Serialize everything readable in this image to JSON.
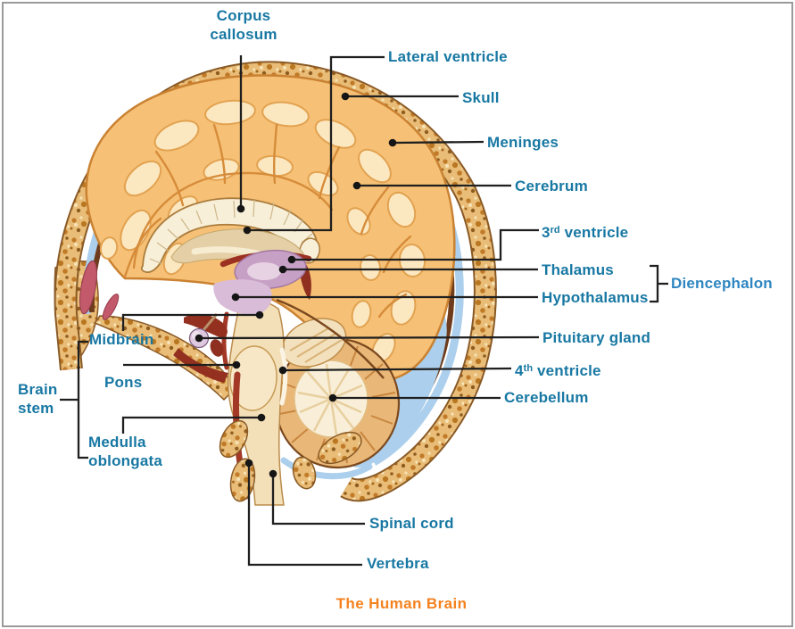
{
  "diagram": {
    "title": "The Human Brain",
    "type": "labeled-anatomy-diagram",
    "subject": "midsagittal section of the human head and brain"
  },
  "labels": {
    "corpus_callosum": "Corpus\ncallosum",
    "lateral_ventricle": "Lateral ventricle",
    "skull": "Skull",
    "meninges": "Meninges",
    "cerebrum": "Cerebrum",
    "third_ventricle": {
      "base": "3",
      "sup": "rd",
      "rest": " ventricle"
    },
    "thalamus": "Thalamus",
    "hypothalamus": "Hypothalamus",
    "diencephalon": "Diencephalon",
    "pituitary_gland": "Pituitary gland",
    "fourth_ventricle": {
      "base": "4",
      "sup": "th",
      "rest": " ventricle"
    },
    "cerebellum": "Cerebellum",
    "midbrain": "Midbrain",
    "pons": "Pons",
    "medulla_oblongata": "Medulla\noblongata",
    "brain_stem": "Brain\nstem",
    "spinal_cord": "Spinal cord",
    "vertebra": "Vertebra"
  },
  "palette": {
    "label_teal": "#1878a3",
    "diencephalon_blue": "#2f86c0",
    "title_orange": "#f5821e",
    "leader_line_black": "#1f1f1f",
    "skull_bone_tan": "#e9bd77",
    "bone_speckle_brown": "#b97722",
    "cerebrum_orange": "#f6c176",
    "gyri_cream": "#fce8c0",
    "meninges_blue": "#abcfec",
    "dura_brown": "#6e3b1c",
    "thalamus_purple": "#c7a0c6",
    "vessel_red": "#9c3122",
    "brainstem_beige": "#f3dfb8",
    "frame_gray": "#9a9a9a"
  }
}
